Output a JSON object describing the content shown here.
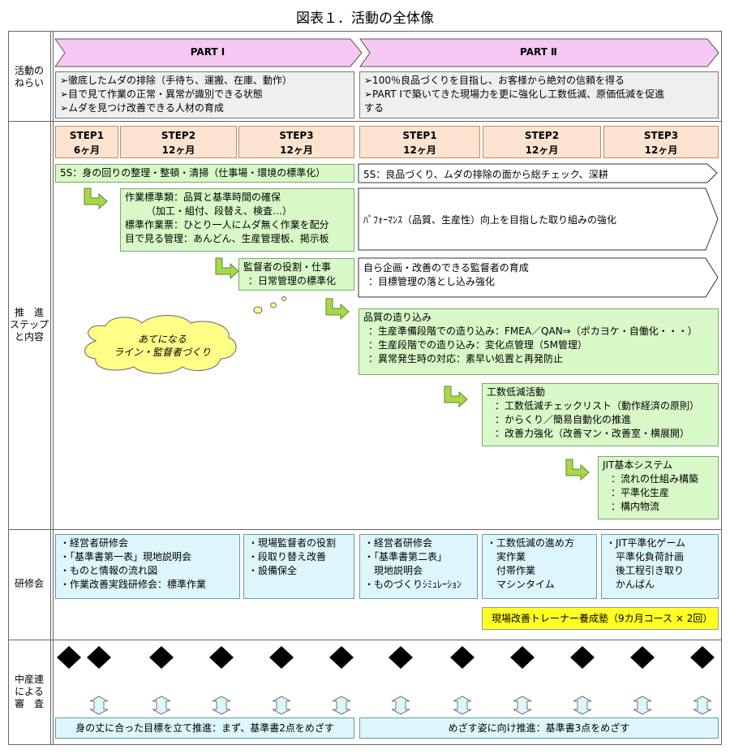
{
  "title": "図表１．活動の全体像",
  "row_labels": {
    "aim": [
      "活動の",
      "ねらい"
    ],
    "steps": [
      "推　進",
      "ステップ",
      "と内容"
    ],
    "training": [
      "研修会"
    ],
    "audit": [
      "中産連",
      "による",
      "審　査"
    ]
  },
  "part1": {
    "label": "PART Ⅰ",
    "aims": [
      "➢徹底したムダの排除（手待ち、運搬、在庫、動作）",
      "➢目で見て作業の正常・異常が識別できる状態",
      "➢ムダを見つけ改善できる人材の育成"
    ],
    "steps": [
      {
        "name": "STEP1",
        "period": "6ヶ月"
      },
      {
        "name": "STEP2",
        "period": "12ヶ月"
      },
      {
        "name": "STEP3",
        "period": "12ヶ月"
      }
    ],
    "items": {
      "s5": "5S：身の回りの整理・整頓・清掃（仕事場・環境の標準化）",
      "standards": [
        "作業標準類：品質と基準時間の確保",
        "（加工・組付、段替え、検査…）",
        "標準作業票：ひとり一人にムダ無く作業を配分",
        "目で見る管理：あんどん、生産管理板、掲示板"
      ],
      "supervisor": [
        "監督者の役割・仕事",
        "：日常管理の標準化"
      ]
    },
    "cloud": [
      "あてになる",
      "ライン・監督者づくり"
    ],
    "training": {
      "box1": [
        "・経営者研修会",
        "・「基準書第一表」現地説明会",
        "・ものと情報の流れ図",
        "・作業改善実践研修会：標準作業"
      ],
      "box2": [
        "・現場監督者の役割",
        "・段取り替え改善",
        "・設備保全"
      ]
    },
    "audit_goal": "身の丈に合った目標を立て推進：まず、基準書2点をめざす"
  },
  "part2": {
    "label": "PART Ⅱ",
    "aims": [
      "➢100％良品づくりを目指し、お客様から絶対の信頼を得る",
      "➢PART Ⅰで築いてきた現場力を更に強化し工数低減、原価低減を促進",
      "する"
    ],
    "steps": [
      {
        "name": "STEP1",
        "period": "12ヶ月"
      },
      {
        "name": "STEP2",
        "period": "12ヶ月"
      },
      {
        "name": "STEP3",
        "period": "12ヶ月"
      }
    ],
    "items": {
      "s5": "5S：良品づくり、ムダの排除の面から総チェック、深耕",
      "performance": "ﾊﾟﾌｫｰﾏﾝｽ（品質、生産性）向上を目指した取り組みの強化",
      "supervisor": [
        "自ら企画・改善のできる監督者の育成",
        "：目標管理の落とし込み強化"
      ],
      "quality": [
        "品質の造り込み",
        "：生産準備段階での造り込み：FMEA／QAN⇒（ポカヨケ・自働化・・・）",
        "：生産段階での造り込み：変化点管理（5M管理）",
        "：異常発生時の対応：素早い処置と再発防止"
      ],
      "manhour": [
        "工数低減活動",
        "：工数低減チェックリスト（動作経済の原則）",
        "：からくり／簡易自動化の推進",
        "：改善力強化（改善マン・改善室・横展開）"
      ],
      "jit": [
        "JIT基本システム",
        "：流れの仕組み構築",
        "：平準化生産",
        "：構内物流"
      ]
    },
    "training": {
      "box1": [
        "・経営者研修会",
        "・「基準書第二表」",
        "　現地説明会",
        "・ものづくりｼﾐｭﾚｰｼｮﾝ"
      ],
      "box2": [
        "・工数低減の進め方",
        "　実作業",
        "　付帯作業",
        "　マシンタイム"
      ],
      "box3": [
        "・JIT平準化ゲーム",
        "　平準化負荷計画",
        "　後工程引き取り",
        "　かんばん"
      ],
      "trainer": "現場改善トレーナー養成塾（9カ月コース × 2回）"
    },
    "audit_goal": "めざす姿に向け推進：基準書3点をめざす"
  },
  "colors": {
    "part_banner": "#f6c8f3",
    "green_box": "#d8f8c8",
    "cyan_box": "#dcf6fb",
    "peach_box": "#fbe3cf",
    "yellow_box": "#ffff22",
    "cloud": "#ffff88",
    "arrow_green": "#a8d84a"
  }
}
